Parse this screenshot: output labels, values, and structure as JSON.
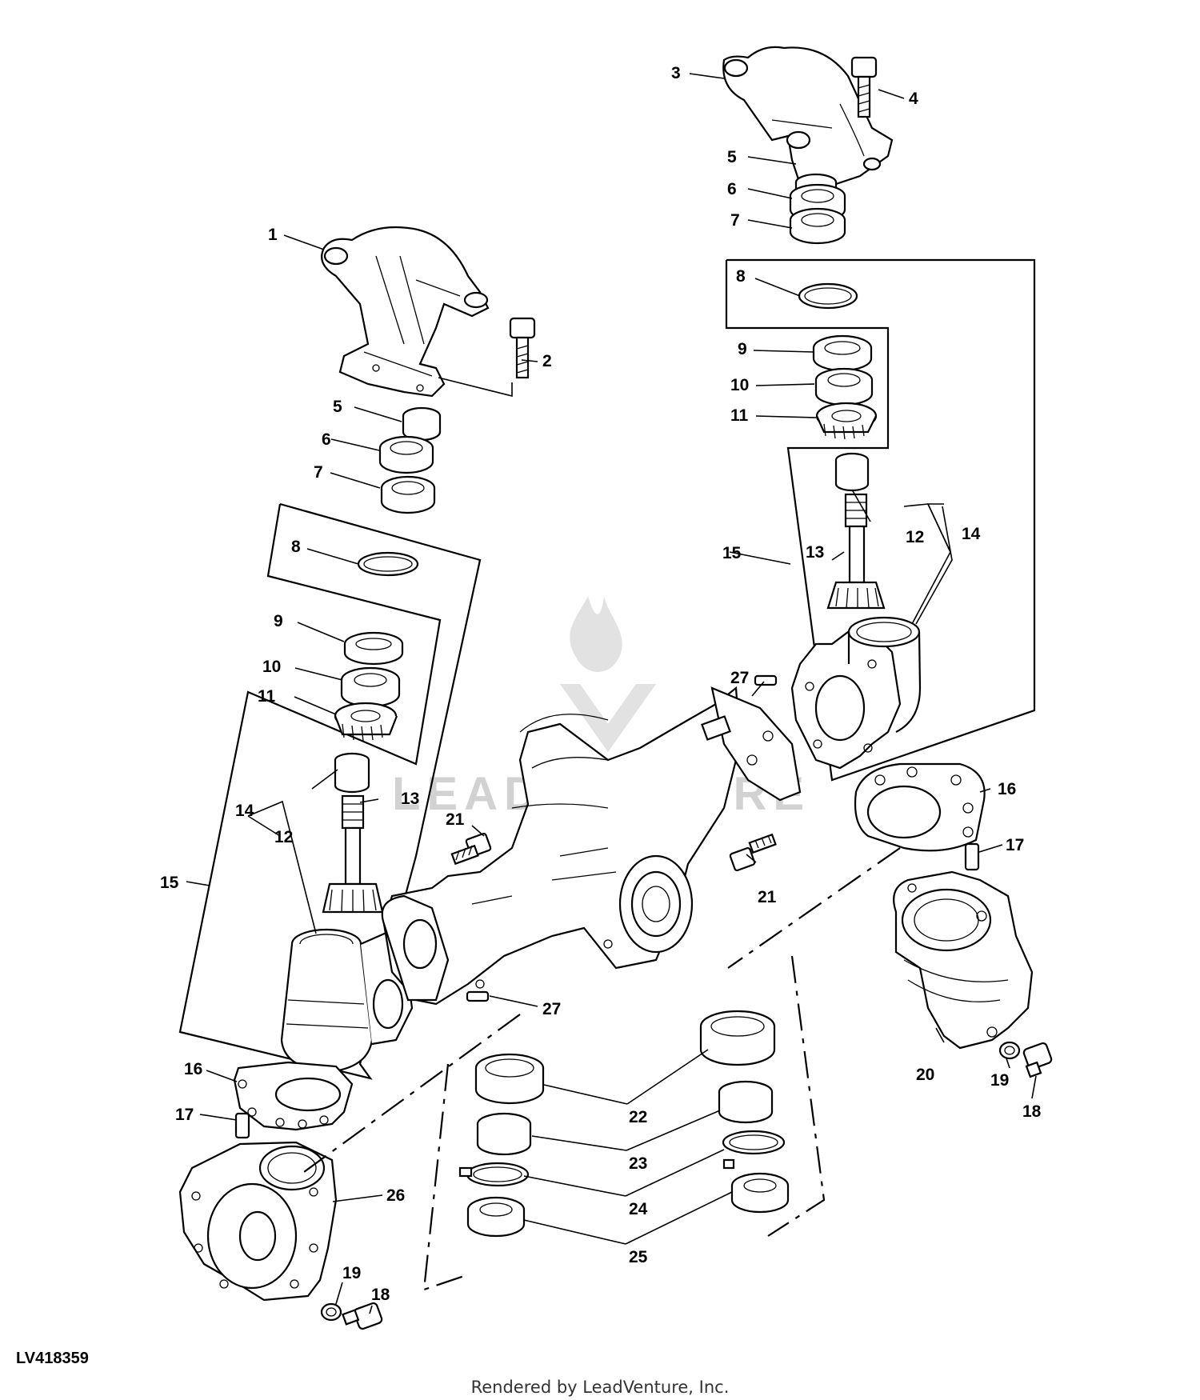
{
  "diagram_id": "LV418359",
  "credit": "Rendered by LeadVenture, Inc.",
  "watermark": "LEADVENTURE",
  "callouts": [
    {
      "id": "c1",
      "label": "1"
    },
    {
      "id": "c2",
      "label": "2"
    },
    {
      "id": "c3",
      "label": "3"
    },
    {
      "id": "c4",
      "label": "4"
    },
    {
      "id": "c5a",
      "label": "5"
    },
    {
      "id": "c5b",
      "label": "5"
    },
    {
      "id": "c6a",
      "label": "6"
    },
    {
      "id": "c6b",
      "label": "6"
    },
    {
      "id": "c7a",
      "label": "7"
    },
    {
      "id": "c7b",
      "label": "7"
    },
    {
      "id": "c8a",
      "label": "8"
    },
    {
      "id": "c8b",
      "label": "8"
    },
    {
      "id": "c9a",
      "label": "9"
    },
    {
      "id": "c9b",
      "label": "9"
    },
    {
      "id": "c10a",
      "label": "10"
    },
    {
      "id": "c10b",
      "label": "10"
    },
    {
      "id": "c11a",
      "label": "11"
    },
    {
      "id": "c11b",
      "label": "11"
    },
    {
      "id": "c12a",
      "label": "12"
    },
    {
      "id": "c12b",
      "label": "12"
    },
    {
      "id": "c13a",
      "label": "13"
    },
    {
      "id": "c13b",
      "label": "13"
    },
    {
      "id": "c14a",
      "label": "14"
    },
    {
      "id": "c14b",
      "label": "14"
    },
    {
      "id": "c15a",
      "label": "15"
    },
    {
      "id": "c15b",
      "label": "15"
    },
    {
      "id": "c16a",
      "label": "16"
    },
    {
      "id": "c16b",
      "label": "16"
    },
    {
      "id": "c17a",
      "label": "17"
    },
    {
      "id": "c17b",
      "label": "17"
    },
    {
      "id": "c18a",
      "label": "18"
    },
    {
      "id": "c18b",
      "label": "18"
    },
    {
      "id": "c19a",
      "label": "19"
    },
    {
      "id": "c19b",
      "label": "19"
    },
    {
      "id": "c20",
      "label": "20"
    },
    {
      "id": "c21a",
      "label": "21"
    },
    {
      "id": "c21b",
      "label": "21"
    },
    {
      "id": "c22",
      "label": "22"
    },
    {
      "id": "c23",
      "label": "23"
    },
    {
      "id": "c24",
      "label": "24"
    },
    {
      "id": "c25",
      "label": "25"
    },
    {
      "id": "c26",
      "label": "26"
    },
    {
      "id": "c27a",
      "label": "27"
    },
    {
      "id": "c27b",
      "label": "27"
    }
  ]
}
